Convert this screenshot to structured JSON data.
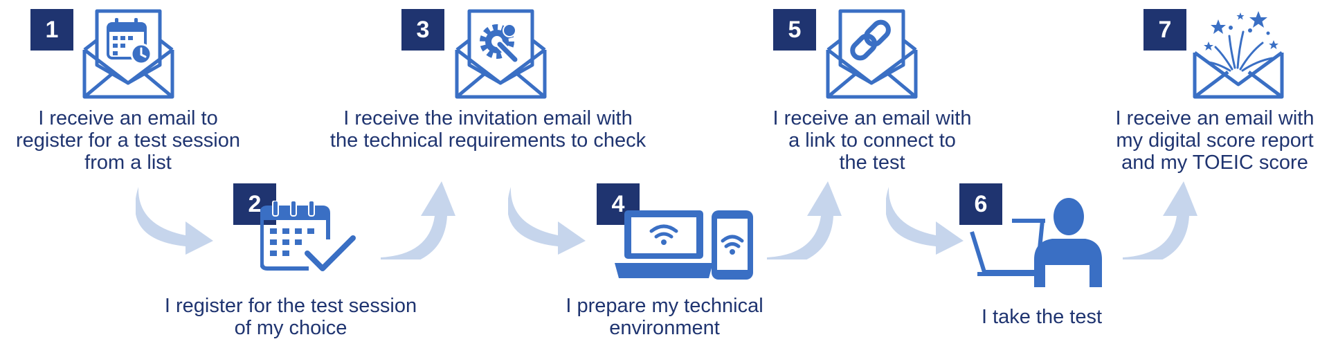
{
  "colors": {
    "navy": "#1f3470",
    "icon_blue": "#3a6fc4",
    "arrow_light": "#c6d5ec"
  },
  "steps": [
    {
      "number": "1",
      "label": "I receive an email to\nregister for a test session\nfrom a list",
      "icon": "envelope-calendar-icon"
    },
    {
      "number": "2",
      "label": "I register for the test session\nof my choice",
      "icon": "calendar-check-icon"
    },
    {
      "number": "3",
      "label": "I receive the invitation email with\nthe technical requirements to check",
      "icon": "envelope-gear-wrench-icon"
    },
    {
      "number": "4",
      "label": "I prepare my technical\nenvironment",
      "icon": "laptop-phone-wifi-icon"
    },
    {
      "number": "5",
      "label": "I receive an email with\na link to connect to\nthe test",
      "icon": "envelope-link-icon"
    },
    {
      "number": "6",
      "label": "I take the test",
      "icon": "person-at-computer-icon"
    },
    {
      "number": "7",
      "label": "I receive an email with\nmy digital score report\nand my TOEIC score",
      "icon": "envelope-fireworks-icon"
    }
  ]
}
